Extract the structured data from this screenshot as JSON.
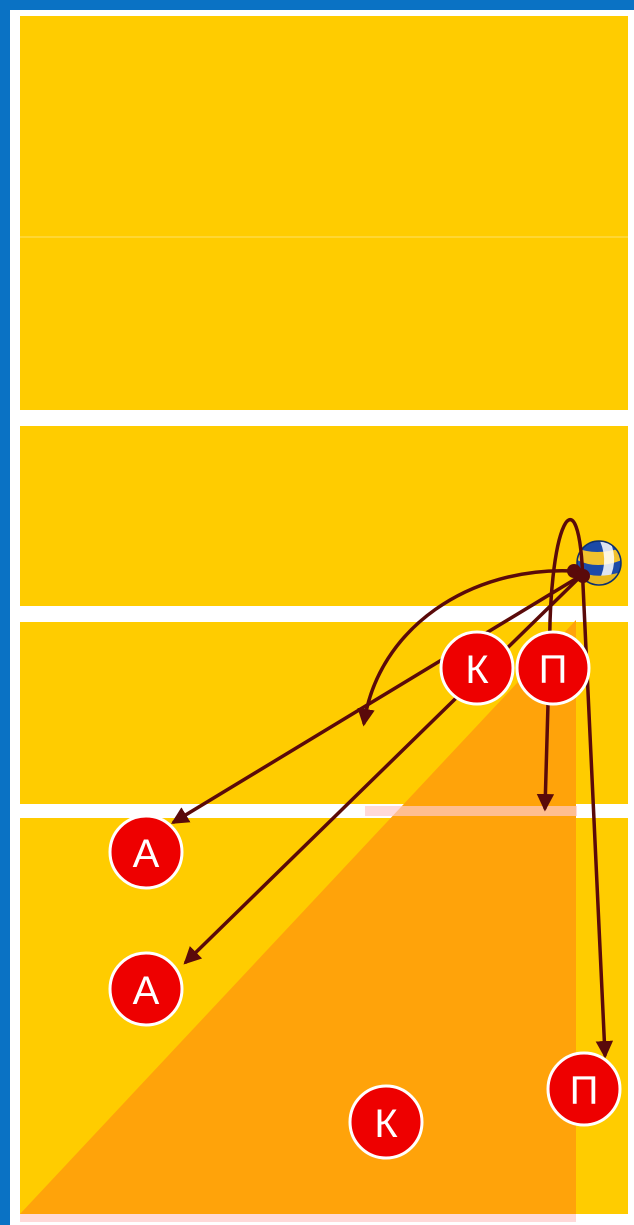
{
  "colors": {
    "frame": "#0a72c4",
    "court": "#ffcc00",
    "zone": "#ffa30a",
    "lines": "#ffffff",
    "arrows": "#5a0a0a",
    "player_fill": "#ee0000",
    "player_border": "#ffffff"
  },
  "icons": {
    "ball": "volleyball-icon"
  },
  "players": [
    {
      "id": "k-front",
      "label": "К"
    },
    {
      "id": "p-front",
      "label": "П"
    },
    {
      "id": "a-upper",
      "label": "А"
    },
    {
      "id": "a-lower",
      "label": "А"
    },
    {
      "id": "p-back",
      "label": "П"
    },
    {
      "id": "k-back",
      "label": "К"
    }
  ]
}
